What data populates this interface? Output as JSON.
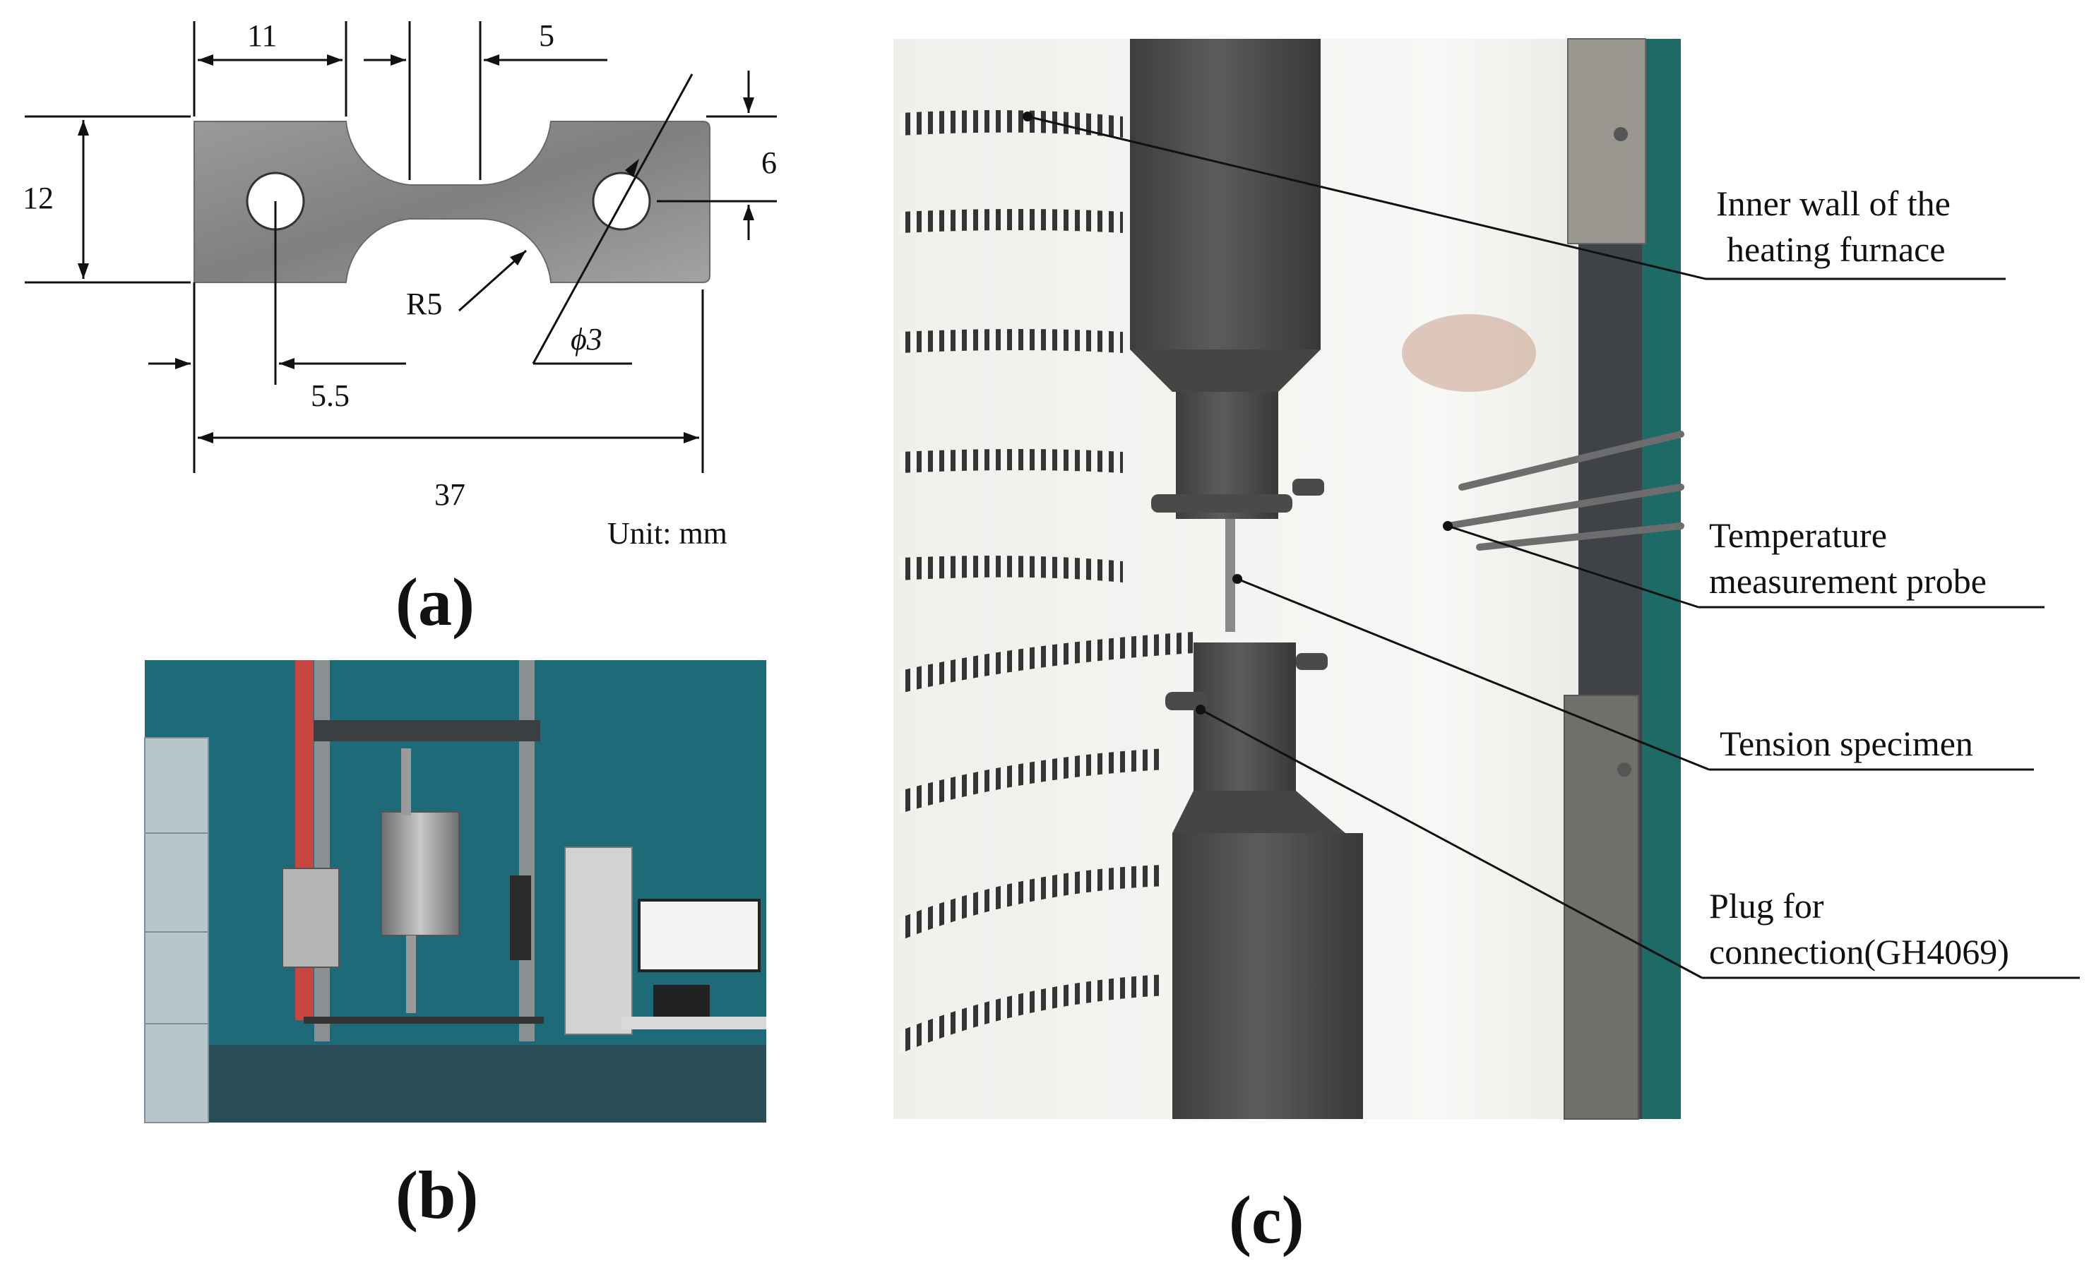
{
  "panel_a": {
    "label": "(a)",
    "unit": "Unit: mm",
    "dims": {
      "d11": "11",
      "d5": "5",
      "d12": "12",
      "d6": "6",
      "r5": "R5",
      "phi3": "ϕ3",
      "d55": "5.5",
      "d37": "37"
    }
  },
  "panel_b": {
    "label": "(b)"
  },
  "panel_c": {
    "label": "(c)",
    "annotations": {
      "inner_wall_1": "Inner wall of the",
      "inner_wall_2": "heating furnace",
      "probe_1": "Temperature",
      "probe_2": "measurement probe",
      "specimen": "Tension specimen",
      "plug_1": "Plug for",
      "plug_2": "connection(GH4069)"
    }
  },
  "colors": {
    "metal": "#8d8d8d",
    "lab_wall": "#1d6a78",
    "furnace_wall": "#f4f4f2",
    "rod": "#4a4a4a",
    "coil": "#3a3a3a"
  }
}
